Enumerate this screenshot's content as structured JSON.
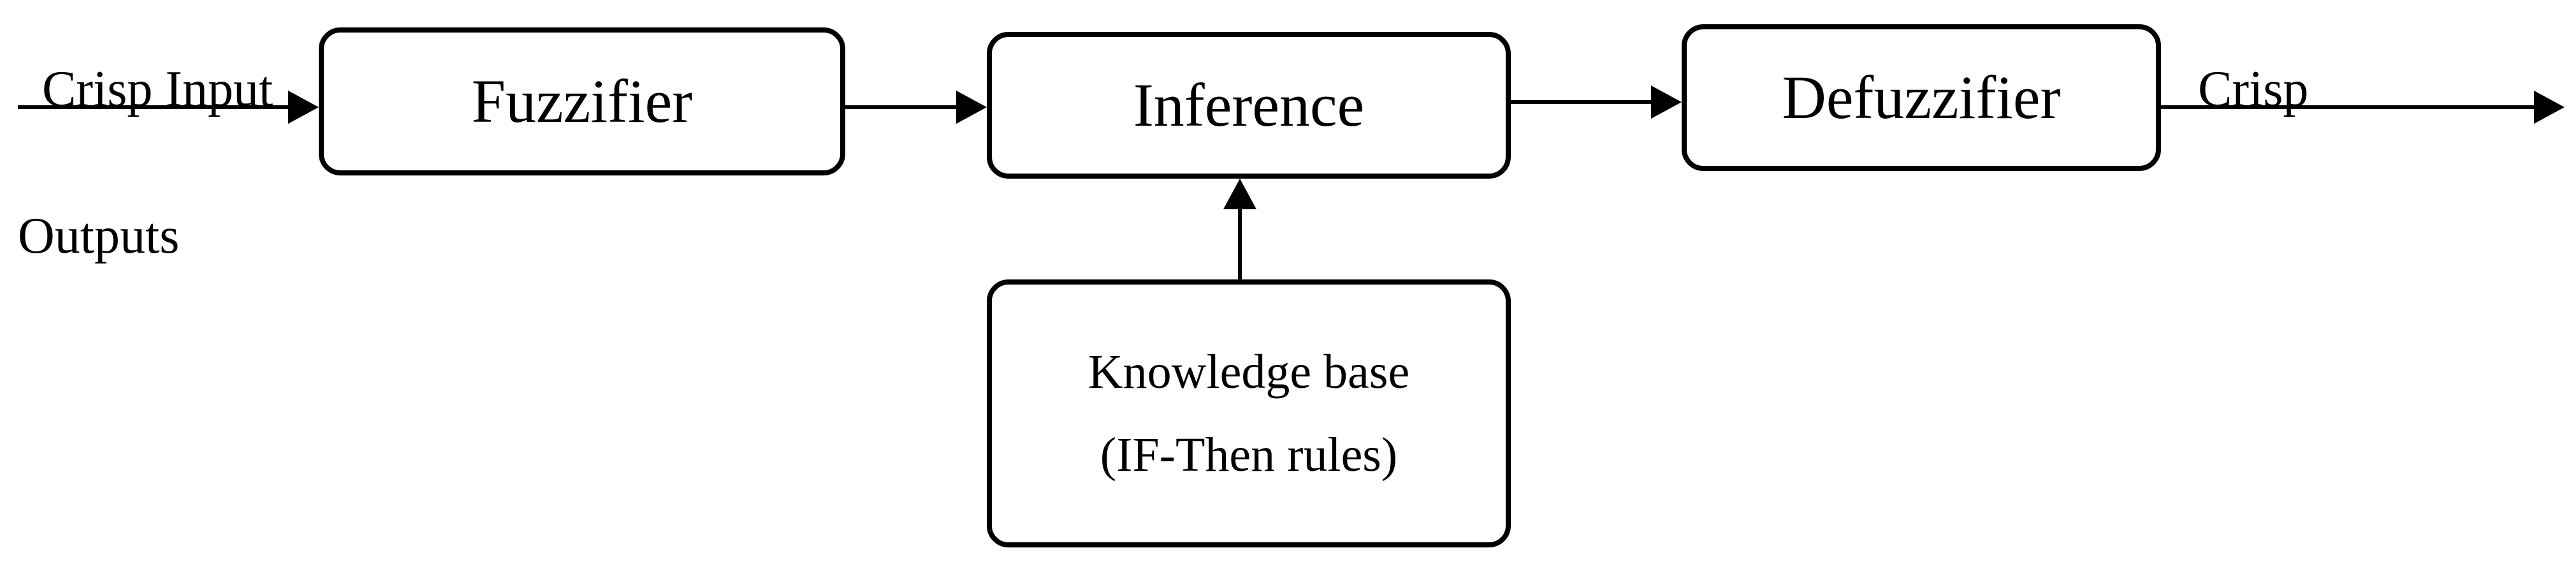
{
  "diagram": {
    "type": "block-diagram",
    "blocks": {
      "fuzzifier": "Fuzzifier",
      "inference": "Inference",
      "defuzzifier": "Defuzzifier",
      "knowledge_base": {
        "line1": "Knowledge base",
        "line2": "(IF-Then rules)"
      }
    },
    "labels": {
      "input": "Crisp Input",
      "output": "Crisp",
      "outputs_continuation": "Outputs"
    },
    "stroke_color": "#000000",
    "background_color": "#ffffff"
  }
}
